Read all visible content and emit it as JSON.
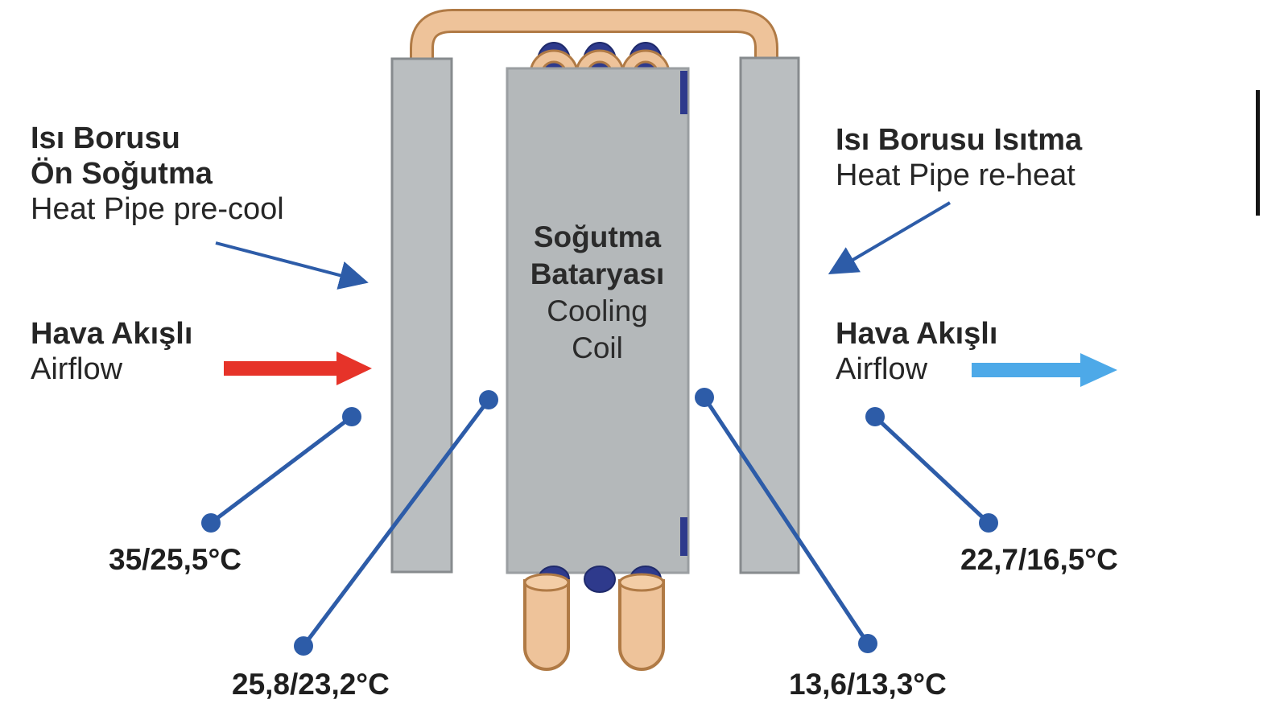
{
  "diagram": {
    "left_heat_pipe": {
      "line1": "Isı Borusu",
      "line2": "Ön Soğutma",
      "line3": "Heat Pipe pre-cool"
    },
    "right_heat_pipe": {
      "line1": "Isı Borusu Isıtma",
      "line2": "Heat Pipe re-heat"
    },
    "cooling_coil": {
      "line1": "Soğutma",
      "line2": "Bataryası",
      "line3": "Cooling",
      "line4": "Coil"
    },
    "airflow_in": {
      "line1": "Hava Akışlı",
      "line2": "Airflow"
    },
    "airflow_out": {
      "line1": "Hava Akışlı",
      "line2": "Airflow"
    },
    "temperatures": {
      "inlet": "35/25,5°C",
      "after_precool": "25,8/23,2°C",
      "after_coil": "13,6/13,3°C",
      "outlet": "22,7/16,5°C"
    },
    "colors": {
      "pointer_blue": "#2d5ca8",
      "airflow_in_red": "#e63329",
      "airflow_out_blue": "#4da9e8",
      "copper_fill": "#eec39a",
      "copper_edge": "#b07a45",
      "panel_gray": "#babec0",
      "panel_edge": "#878b8e",
      "coil_gray": "#b4b8ba",
      "navy": "#2e3a8c",
      "text": "#262626"
    }
  }
}
